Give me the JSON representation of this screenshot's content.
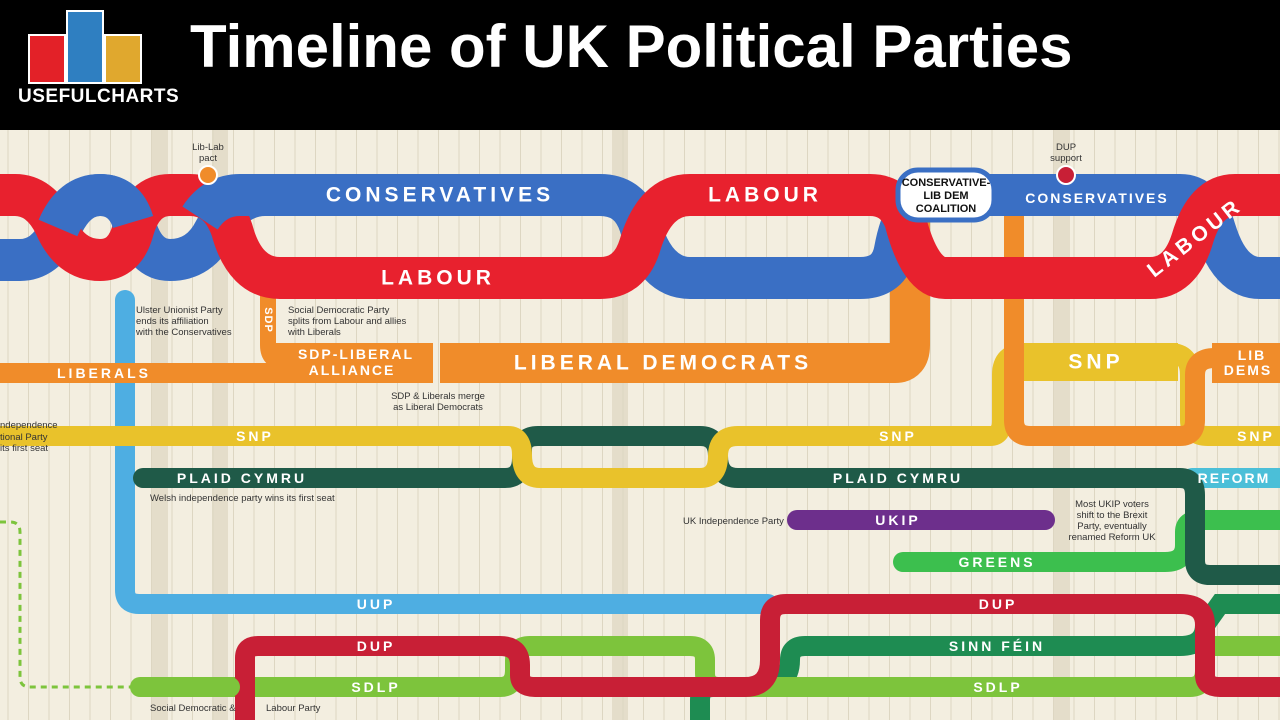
{
  "header": {
    "title": "Timeline of UK Political Parties",
    "brand": "USEFULCHARTS",
    "colors": {
      "background": "#000000",
      "red": "#e32128",
      "blue": "#2f7fc1",
      "yellow": "#e0a82e"
    }
  },
  "colors": {
    "conservative": "#3a6fc4",
    "labour": "#e8212e",
    "liberal": "#f08c2a",
    "snp": "#e9c22b",
    "plaid": "#1f5a48",
    "uup": "#4eaee2",
    "dup": "#c81f36",
    "sdlp": "#7dc43c",
    "sinn_fein": "#1e8c52",
    "ukip": "#6d2f8c",
    "greens": "#3cbf4e",
    "reform": "#4bbfd8",
    "background": "#f3eee0"
  },
  "labels": {
    "conservatives_1": "CONSERVATIVES",
    "labour_1": "LABOUR",
    "labour_2": "LABOUR",
    "conservatives_2": "CONSERVATIVES",
    "labour_3": "LABOUR",
    "coalition_1": "CONSERVATIVE-",
    "coalition_2": "LIB DEM",
    "coalition_3": "COALITION",
    "liberals": "LIBERALS",
    "sdp": "SDP",
    "sdp_alliance_1": "SDP-LIBERAL",
    "sdp_alliance_2": "ALLIANCE",
    "lib_dems": "LIBERAL DEMOCRATS",
    "snp_big": "SNP",
    "lib_dems_short_1": "LIB",
    "lib_dems_short_2": "DEMS",
    "snp_1": "SNP",
    "snp_2": "SNP",
    "snp_3": "SNP",
    "plaid_1": "PLAID CYMRU",
    "plaid_2": "PLAID CYMRU",
    "reform": "REFORM",
    "ukip": "UKIP",
    "greens": "GREENS",
    "uup": "UUP",
    "dup_1": "DUP",
    "dup_2": "DUP",
    "sinn_fein": "SINN FÉIN",
    "sdlp_1": "SDLP",
    "sdlp_2": "SDLP"
  },
  "notes": {
    "lib_lab_1": "Lib-Lab",
    "lib_lab_2": "pact",
    "dup_support_1": "DUP",
    "dup_support_2": "support",
    "ulster_1": "Ulster Unionist Party",
    "ulster_2": "ends its affiliation",
    "ulster_3": "with the Conservatives",
    "sdp_split_1": "Social Democratic Party",
    "sdp_split_2": "splits from Labour and allies",
    "sdp_split_3": "with Liberals",
    "merge_1": "SDP & Liberals merge",
    "merge_2": "as Liberal Democrats",
    "snp_seat_1": "ndependence",
    "snp_seat_2": "tional Party",
    "snp_seat_3": "its first seat",
    "welsh": "Welsh independence party wins its first seat",
    "ukip_note": "UK Independence Party",
    "reform_1": "Most UKIP voters",
    "reform_2": "shift to the Brexit",
    "reform_3": "Party, eventually",
    "reform_4": "renamed Reform UK",
    "sdlp_note_1": "Social Democratic &",
    "sdlp_note_2": "Labour Party"
  }
}
